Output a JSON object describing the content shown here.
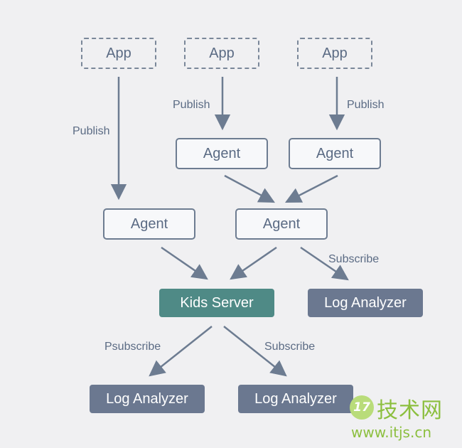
{
  "nodes": {
    "app_1": "App",
    "app_2": "App",
    "app_3": "App",
    "agent_top_1": "Agent",
    "agent_top_2": "Agent",
    "agent_mid_1": "Agent",
    "agent_mid_2": "Agent",
    "kids_server": "Kids Server",
    "log_analyzer_right": "Log Analyzer",
    "log_analyzer_bottom_1": "Log Analyzer",
    "log_analyzer_bottom_2": "Log Analyzer"
  },
  "edge_labels": {
    "publish_left": "Publish",
    "publish_middle": "Publish",
    "publish_right": "Publish",
    "subscribe_right": "Subscribe",
    "psubscribe": "Psubscribe",
    "subscribe_bottom": "Subscribe"
  },
  "colors": {
    "background": "#f0f0f2",
    "node_border": "#6d7c91",
    "text": "#5b6b84",
    "kids_server_fill": "#4f8a86",
    "log_analyzer_fill": "#6b7890",
    "arrow": "#6d7c91"
  },
  "watermark": {
    "logo_text": "17",
    "brand_text": "技术网",
    "url": "www.itjs.cn"
  }
}
